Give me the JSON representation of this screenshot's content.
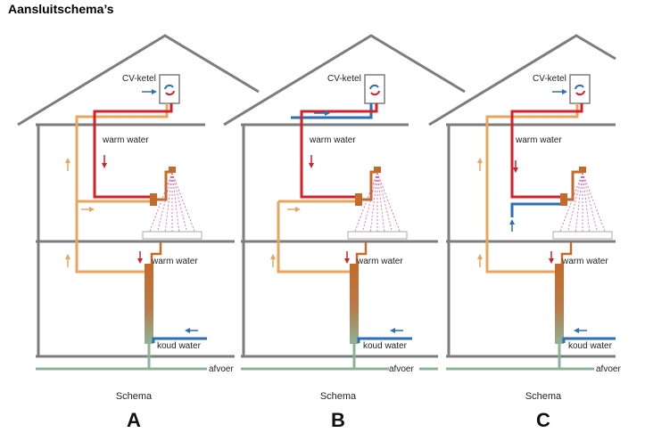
{
  "title": "Aansluitschema’s",
  "colors": {
    "house": "#7d7d7d",
    "hot": "#d4202a",
    "cold": "#2c6fb7",
    "warm": "#e9a55e",
    "copper": "#c46a2b",
    "drain": "#8db394",
    "spray": "#d65aa0"
  },
  "icons": [
    "boiler-icon",
    "shower-icon",
    "arrow-icon"
  ],
  "schemas": [
    {
      "id": "A",
      "boiler_label": "CV-ketel",
      "upper_hot_label": "warm water",
      "lower_hot_label": "warm water",
      "cold_label": "koud water",
      "drain_label": "afvoer",
      "caption": "Schema",
      "letter": "A"
    },
    {
      "id": "B",
      "boiler_label": "CV-ketel",
      "upper_hot_label": "warm water",
      "lower_hot_label": "warm water",
      "cold_label": "koud water",
      "drain_label": "afvoer",
      "caption": "Schema",
      "letter": "B"
    },
    {
      "id": "C",
      "boiler_label": "CV-ketel",
      "upper_hot_label": "warm water",
      "lower_hot_label": "warm water",
      "cold_label": "koud water",
      "drain_label": "afvoer",
      "caption": "Schema",
      "letter": "C"
    }
  ]
}
